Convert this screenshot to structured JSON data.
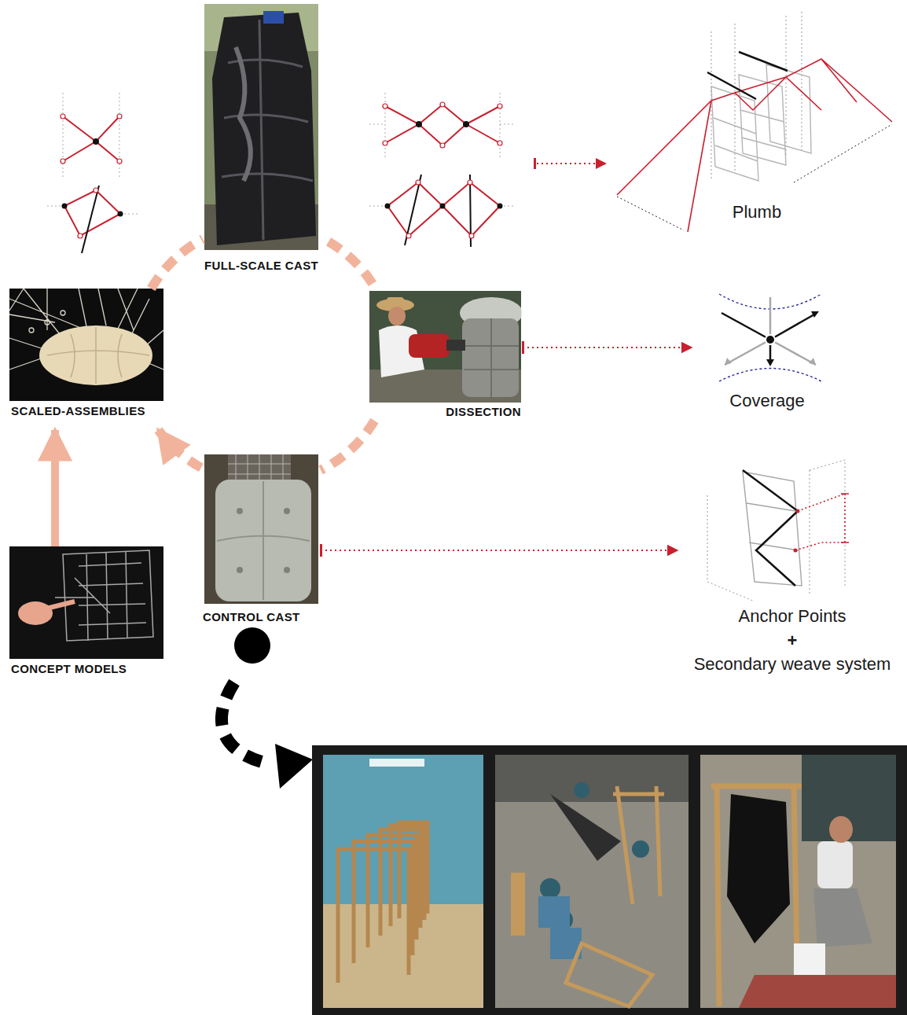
{
  "diagram": {
    "nodes": [
      {
        "text": [
          "SCALED-ASSEMBLIES"
        ]
      },
      {
        "text": [
          "FULL-SCALE CAST"
        ]
      },
      {
        "text": [
          "DISSECTION"
        ]
      },
      {
        "text": [
          "CONTROL CAST"
        ]
      },
      {
        "text": [
          "CONCEPT MODELS"
        ]
      },
      {
        "text": [
          "Plumb"
        ]
      },
      {
        "text": [
          "Coverage"
        ]
      },
      {
        "text": [
          "Anchor Points",
          "+",
          "Secondary weave system"
        ]
      }
    ],
    "edges": [
      {
        "from": 0,
        "to": 1,
        "arrow": "none"
      },
      {
        "from": 1,
        "to": 2,
        "arrow": "none"
      },
      {
        "from": 2,
        "to": 3,
        "arrow": "none"
      },
      {
        "from": 3,
        "to": 0,
        "arrow": "to"
      },
      {
        "from": 4,
        "to": 0,
        "arrow": "to"
      },
      {
        "from": 2,
        "to": 6,
        "arrow": "to"
      },
      {
        "from": 3,
        "to": 7,
        "arrow": "to"
      }
    ]
  }
}
